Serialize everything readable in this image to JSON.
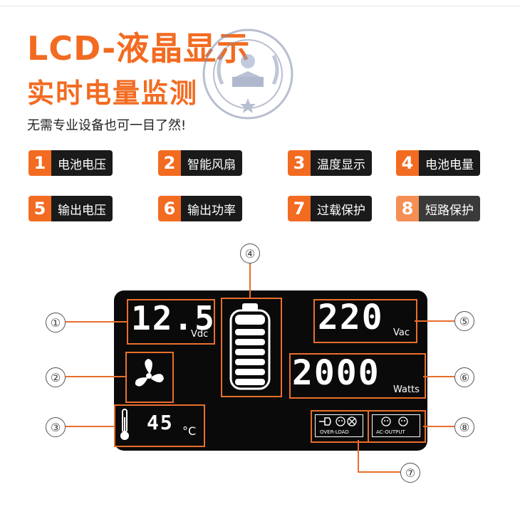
{
  "header": {
    "title_line1": "LCD-液晶显示",
    "title_line2": "实时电量监测",
    "subtitle": "无需专业设备也可一目了然!"
  },
  "features": [
    {
      "num": "1",
      "label": "电池电压"
    },
    {
      "num": "2",
      "label": "智能风扇"
    },
    {
      "num": "3",
      "label": "温度显示"
    },
    {
      "num": "4",
      "label": "电池电量"
    },
    {
      "num": "5",
      "label": "输出电压"
    },
    {
      "num": "6",
      "label": "输出功率"
    },
    {
      "num": "7",
      "label": "过载保护"
    },
    {
      "num": "8",
      "label": "短路保护"
    }
  ],
  "display": {
    "battery_voltage": "12.5",
    "battery_voltage_unit": "Vdc",
    "temperature": "45",
    "temperature_unit": "°C",
    "output_voltage": "220",
    "output_voltage_unit": "Vac",
    "output_power": "2000",
    "output_power_unit": "Watts",
    "overload_label": "OVER-LOAD",
    "ac_output_label": "AC-OUTPUT"
  },
  "callouts": [
    "①",
    "②",
    "③",
    "④",
    "⑤",
    "⑥",
    "⑦",
    "⑧"
  ],
  "colors": {
    "accent": "#f26b21",
    "lcd_background": "#0a0a0a",
    "label_background": "#1a1a1a",
    "frame": "#e96e2b"
  },
  "icons": {
    "fan": "fan-icon",
    "thermometer": "thermometer-icon",
    "battery": "battery-icon",
    "plug": "plug-icon",
    "socket": "socket-icon"
  }
}
